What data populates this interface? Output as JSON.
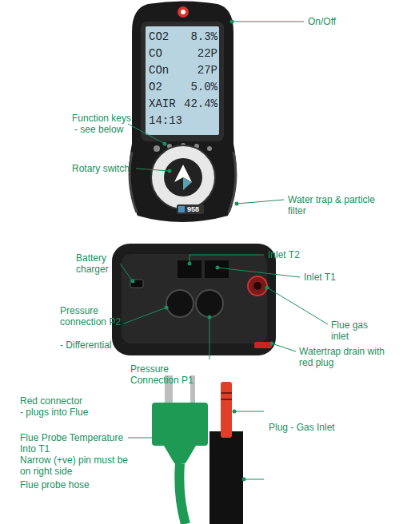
{
  "diagram": {
    "labels": [
      "On/Off",
      "Function keys",
      "- see below",
      "Rotary switch",
      "Water trap & particle filter",
      "Battery charger",
      "Inlet T2",
      "Inlet T1",
      "Pressure connection P2",
      "- Differential",
      "Flue gas inlet",
      "Watertrap drain with red plug",
      "Pressure Connection P1",
      "Red connector",
      "- plugs into Flue",
      "Flue Probe Temperature",
      "Into T1",
      "Narrow (+ve) pin must be on right side",
      "Flue probe hose",
      "Plug - Gas Inlet",
      "CO2",
      "8.3%",
      "CO",
      "22P",
      "COn",
      "27P",
      "O2",
      "5.0%",
      "XAIR",
      "42.4%",
      "14:13",
      "958"
    ]
  }
}
